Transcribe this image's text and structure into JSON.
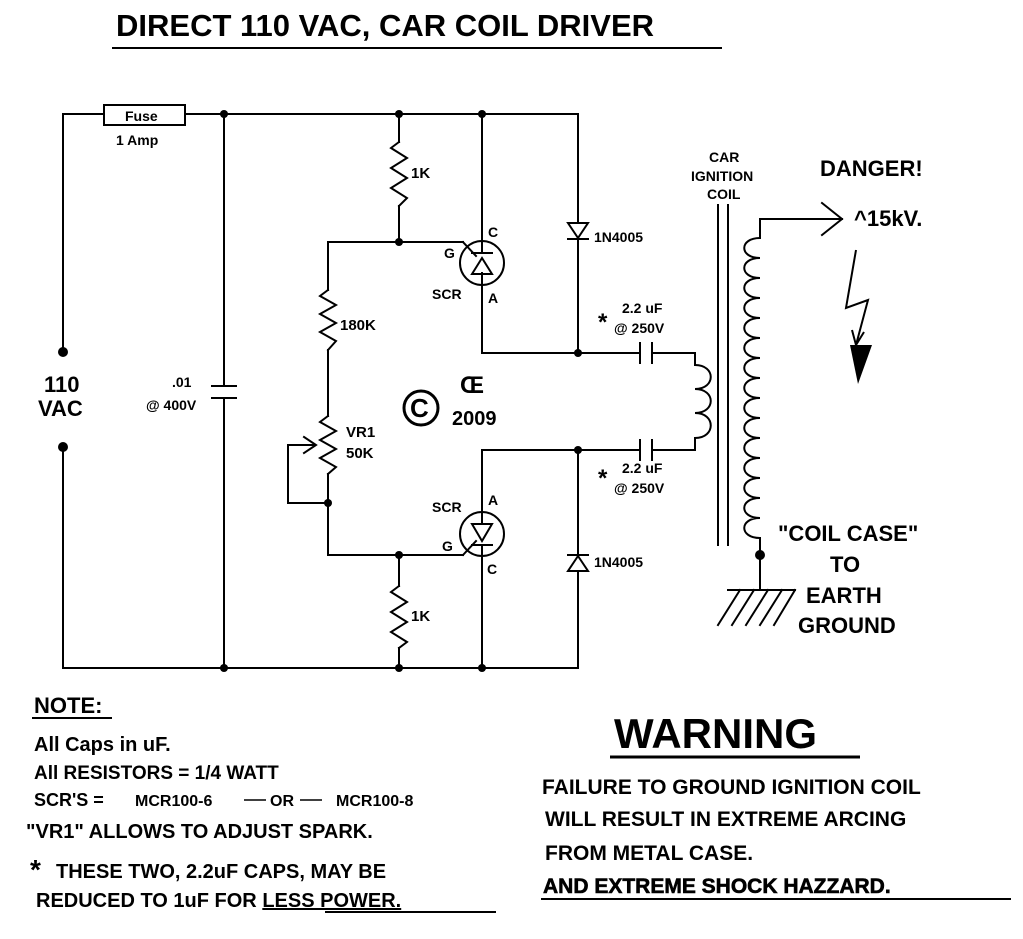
{
  "title": "DIRECT 110 VAC, CAR COIL DRIVER",
  "fuse": {
    "label": "Fuse",
    "rating": "1 Amp"
  },
  "source": {
    "line1": "110",
    "line2": "VAC"
  },
  "filter_cap": {
    "value": ".01",
    "voltage": "@ 400V"
  },
  "resistors": {
    "r_top": "1K",
    "r_mid": "180K",
    "r_bottom": "1K"
  },
  "pot": {
    "name": "VR1",
    "value": "50K"
  },
  "scr_top": {
    "name": "SCR",
    "gate": "G",
    "cathode": "C",
    "anode": "A"
  },
  "scr_bottom": {
    "name": "SCR",
    "gate": "G",
    "cathode": "C",
    "anode": "A"
  },
  "diode_top": "1N4005",
  "diode_bottom": "1N4005",
  "cap_top": {
    "star": "*",
    "value": "2.2 uF",
    "voltage": "@ 250V"
  },
  "cap_bottom": {
    "star": "*",
    "value": "2.2 uF",
    "voltage": "@ 250V"
  },
  "copyright": {
    "symbol": "©",
    "mark": "Œ",
    "year": "2009"
  },
  "coil": {
    "line1": "CAR",
    "line2": "IGNITION",
    "line3": "COIL"
  },
  "danger": "DANGER!",
  "voltage_out": "^15kV.",
  "ground_label": {
    "line1": "\"COIL CASE\"",
    "line2": "TO",
    "line3": "EARTH",
    "line4": "GROUND"
  },
  "note": {
    "heading": "NOTE:",
    "line1": "All Caps in uF.",
    "line2": "All RESISTORS = 1/4 WATT",
    "line3a": "SCR'S =",
    "line3b": "MCR100-6",
    "line3c": "OR",
    "line3d": "MCR100-8",
    "line4": "\"VR1\"  ALLOWS TO ADJUST SPARK.",
    "line5a": "*",
    "line5b": "THESE TWO, 2.2uF CAPS, MAY BE",
    "line6a": "REDUCED TO  1uF FOR ",
    "line6b": "LESS POWER."
  },
  "warning": {
    "heading": "WARNING",
    "line1": "FAILURE TO GROUND IGNITION COIL",
    "line2": "WILL RESULT IN EXTREME ARCING",
    "line3": "FROM METAL CASE.",
    "line4": "AND EXTREME SHOCK HAZZARD."
  }
}
